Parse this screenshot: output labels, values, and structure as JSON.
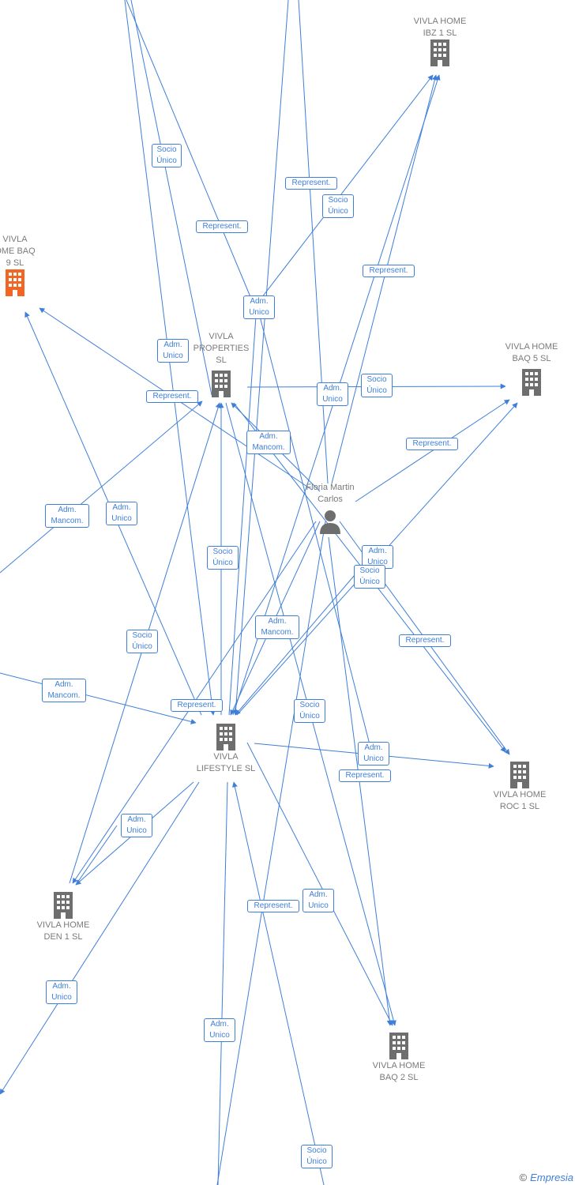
{
  "nodes": {
    "ibz1": {
      "line1": "VIVLA HOME",
      "line2": "IBZ 1  SL",
      "type": "company"
    },
    "baq9": {
      "line1": "VIVLA",
      "line2": "OME BAQ",
      "line3": "9  SL",
      "type": "company-highlight"
    },
    "properties": {
      "line1": "VIVLA",
      "line2": "PROPERTIES",
      "line3": "SL",
      "type": "company"
    },
    "baq5": {
      "line1": "VIVLA HOME",
      "line2": "BAQ 5  SL",
      "type": "company"
    },
    "person": {
      "line1": "Floria Martin",
      "line2": "Carlos",
      "type": "person"
    },
    "lifestyle": {
      "line1": "VIVLA",
      "line2": "LIFESTYLE  SL",
      "type": "company"
    },
    "roc1": {
      "line1": "VIVLA HOME",
      "line2": "ROC 1  SL",
      "type": "company"
    },
    "den1": {
      "line1": "VIVLA HOME",
      "line2": "DEN 1  SL",
      "type": "company"
    },
    "baq2": {
      "line1": "VIVLA HOME",
      "line2": "BAQ 2  SL",
      "type": "company"
    }
  },
  "edge_labels": [
    {
      "line1": "Socio",
      "line2": "Único"
    },
    {
      "line1": "Represent.",
      "line2": ""
    },
    {
      "line1": "Represent.",
      "line2": ""
    },
    {
      "line1": "Socio",
      "line2": "Único"
    },
    {
      "line1": "Adm.",
      "line2": "Unico"
    },
    {
      "line1": "Represent.",
      "line2": ""
    },
    {
      "line1": "Adm.",
      "line2": "Unico"
    },
    {
      "line1": "Represent.",
      "line2": ""
    },
    {
      "line1": "Adm.",
      "line2": "Unico"
    },
    {
      "line1": "Socio",
      "line2": "Único"
    },
    {
      "line1": "Adm.",
      "line2": "Mancom."
    },
    {
      "line1": "Represent.",
      "line2": ""
    },
    {
      "line1": "Adm.",
      "line2": "Mancom."
    },
    {
      "line1": "Adm.",
      "line2": "Unico"
    },
    {
      "line1": "Socio",
      "line2": "Único"
    },
    {
      "line1": "Adm.",
      "line2": "Unico"
    },
    {
      "line1": "Socio",
      "line2": "Único"
    },
    {
      "line1": "Represent.",
      "line2": ""
    },
    {
      "line1": "Adm.",
      "line2": "Mancom."
    },
    {
      "line1": "Socio",
      "line2": "Único"
    },
    {
      "line1": "Adm.",
      "line2": "Mancom."
    },
    {
      "line1": "Represent.",
      "line2": ""
    },
    {
      "line1": "Socio",
      "line2": "Único"
    },
    {
      "line1": "Adm.",
      "line2": "Unico"
    },
    {
      "line1": "Represent.",
      "line2": ""
    },
    {
      "line1": "Adm.",
      "line2": "Unico"
    },
    {
      "line1": "Represent.",
      "line2": ""
    },
    {
      "line1": "Adm.",
      "line2": "Unico"
    },
    {
      "line1": "Adm.",
      "line2": "Unico"
    },
    {
      "line1": "Adm.",
      "line2": "Unico"
    },
    {
      "line1": "Socio",
      "line2": "Único"
    }
  ],
  "colors": {
    "edge": "#3f7fd8",
    "building": "#6e6e6e",
    "highlight": "#f26522",
    "text": "#7a7a7a"
  },
  "logo": {
    "symbol": "©",
    "text": "Empresia"
  }
}
